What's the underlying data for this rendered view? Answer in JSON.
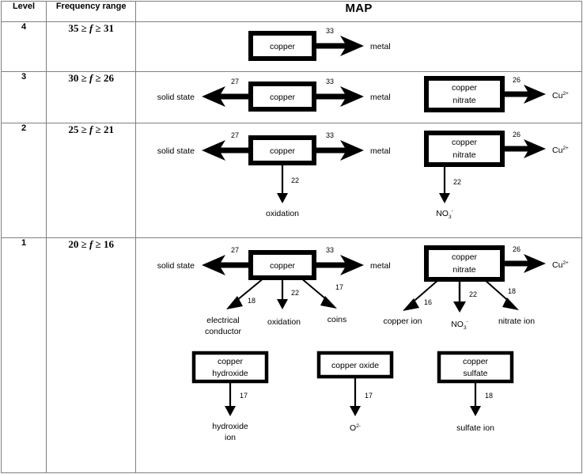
{
  "table": {
    "headers": {
      "level": "Level",
      "frequency_range": "Frequency range",
      "map": "MAP"
    },
    "rows": [
      {
        "level": "4",
        "freq_left": "35",
        "freq_var": "f",
        "freq_right": "31",
        "freq_text": "35 ≥ f ≥ 31"
      },
      {
        "level": "3",
        "freq_left": "30",
        "freq_var": "f",
        "freq_right": "26",
        "freq_text": "30 ≥ f ≥ 26"
      },
      {
        "level": "2",
        "freq_left": "25",
        "freq_var": "f",
        "freq_right": "21",
        "freq_text": "25 ≥ f ≥ 21"
      },
      {
        "level": "1",
        "freq_left": "20",
        "freq_var": "f",
        "freq_right": "16",
        "freq_text": "20 ≥ f ≥ 16"
      }
    ]
  },
  "labels": {
    "copper": "copper",
    "copper_nitrate_l1": "copper",
    "copper_nitrate_l2": "nitrate",
    "copper_hydroxide_l1": "copper",
    "copper_hydroxide_l2": "hydroxide",
    "copper_oxide": "copper oxide",
    "copper_sulfate_l1": "copper",
    "copper_sulfate_l2": "sulfate",
    "metal": "metal",
    "solid_state": "solid state",
    "oxidation": "oxidation",
    "coins": "coins",
    "electrical": "electrical",
    "conductor": "conductor",
    "copper_ion": "copper ion",
    "nitrate_ion": "nitrate ion",
    "hydroxide_l1": "hydroxide",
    "hydroxide_l2": "ion",
    "sulfate_ion": "sulfate ion",
    "cu_ion_base": "Cu",
    "cu_ion_sup": "2+",
    "no3_base": "NO",
    "no3_sub": "3",
    "no3_sup": "-",
    "o_base": "O",
    "o_sup": "2-"
  },
  "weights": {
    "copper_metal": "33",
    "copper_solid_state": "27",
    "copper_oxidation": "22",
    "copper_coins": "17",
    "copper_electrical": "18",
    "nitrate_cu": "26",
    "nitrate_no3": "22",
    "nitrate_copper_ion": "16",
    "nitrate_nitrate_ion": "18",
    "hydroxide_w": "17",
    "oxide_w": "17",
    "sulfate_w": "18"
  },
  "colors": {
    "border": "#808080",
    "ink": "#000000",
    "background": "#ffffff"
  }
}
